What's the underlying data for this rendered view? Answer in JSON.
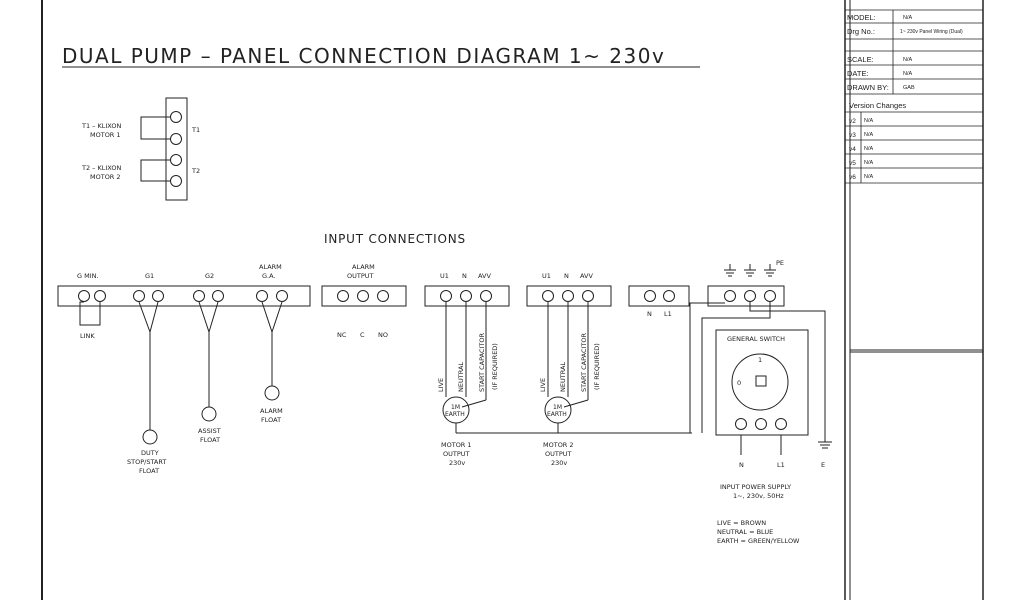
{
  "title": "DUAL PUMP  –  PANEL CONNECTION DIAGRAM 1~ 230v",
  "title_block": {
    "model_label": "MODEL:",
    "model_value": "N/A",
    "drg_label": "Drg No.:",
    "drg_value": "1~ 230v Panel Wiring (Dual)",
    "scale_label": "SCALE:",
    "scale_value": "N/A",
    "date_label": "DATE:",
    "date_value": "N/A",
    "drawn_label": "DRAWN BY:",
    "drawn_value": "GAB",
    "version_heading": "Version Changes",
    "versions": [
      {
        "v": "v2",
        "note": "N/A"
      },
      {
        "v": "v3",
        "note": "N/A"
      },
      {
        "v": "v4",
        "note": "N/A"
      },
      {
        "v": "v5",
        "note": "N/A"
      },
      {
        "v": "v6",
        "note": "N/A"
      }
    ]
  },
  "klixon": {
    "t1_line1": "T1 – KLIXON",
    "t1_line2": "MOTOR 1",
    "t1_tag": "T1",
    "t2_line1": "T2 – KLIXON",
    "t2_line2": "MOTOR 2",
    "t2_tag": "T2"
  },
  "input_connections": {
    "heading": "INPUT CONNECTIONS",
    "g_min": "G MIN.",
    "g1": "G1",
    "g2": "G2",
    "alarm_ga_1": "ALARM",
    "alarm_ga_2": "G.A.",
    "link": "LINK",
    "duty_1": "DUTY",
    "duty_2": "STOP/START",
    "duty_3": "FLOAT",
    "assist_1": "ASSIST",
    "assist_2": "FLOAT",
    "alarm_float_1": "ALARM",
    "alarm_float_2": "FLOAT",
    "alarm_output_1": "ALARM",
    "alarm_output_2": "OUTPUT",
    "nc": "NC",
    "c": "C",
    "no": "NO"
  },
  "motors": {
    "u1": "U1",
    "n": "N",
    "avv": "AVV",
    "live": "LIVE",
    "neutral": "NEUTRAL",
    "start_cap": "START CAPACITOR",
    "if_required": "(IF REQUIRED)",
    "m_1": "1M",
    "m_2": "EARTH",
    "motor1_1": "MOTOR 1",
    "motor1_2": "OUTPUT",
    "motor1_3": "230v",
    "motor2_1": "MOTOR 2",
    "motor2_2": "OUTPUT",
    "motor2_3": "230v"
  },
  "supply": {
    "n": "N",
    "l1": "L1",
    "pe": "PE",
    "general_switch": "GENERAL SWITCH",
    "sw_1": "1",
    "sw_0": "0",
    "out_n": "N",
    "out_l1": "L1",
    "out_e": "E",
    "input_1": "INPUT POWER SUPPLY",
    "input_2": "1~, 230v, 50Hz",
    "legend_1": "LIVE = BROWN",
    "legend_2": "NEUTRAL = BLUE",
    "legend_3": "EARTH = GREEN/YELLOW"
  }
}
